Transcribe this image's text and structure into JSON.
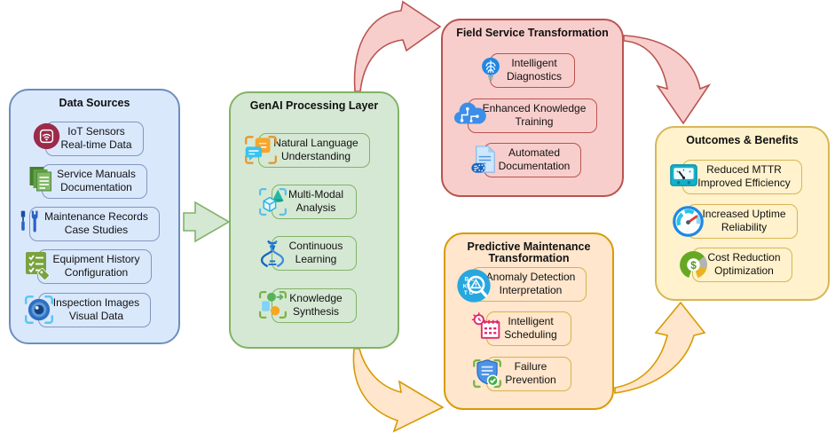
{
  "palette": {
    "data_sources_fill": "#dae8fc",
    "data_sources_border": "#6c8ebf",
    "genai_fill": "#d5e8d4",
    "genai_border": "#82b366",
    "field_service_fill": "#f8cecc",
    "field_service_border": "#b85450",
    "predictive_fill": "#ffe6cc",
    "predictive_border": "#d79b00",
    "outcomes_fill": "#fff2cc",
    "outcomes_border": "#d6b656",
    "background": "#ffffff"
  },
  "groups": [
    {
      "id": "data-sources",
      "title": "Data Sources",
      "items": [
        {
          "icon": "iot-sensors-icon",
          "line1": "IoT Sensors",
          "line2": "Real-time Data"
        },
        {
          "icon": "service-manuals-icon",
          "line1": "Service Manuals",
          "line2": "Documentation"
        },
        {
          "icon": "maintenance-tools-icon",
          "line1": "Maintenance Records",
          "line2": "Case Studies"
        },
        {
          "icon": "equipment-checklist-icon",
          "line1": "Equipment History",
          "line2": "Configuration"
        },
        {
          "icon": "inspection-eye-icon",
          "line1": "Inspection Images",
          "line2": "Visual Data"
        }
      ]
    },
    {
      "id": "genai-processing-layer",
      "title": "GenAI Processing Layer",
      "items": [
        {
          "icon": "chat-bubbles-icon",
          "line1": "Natural Language",
          "line2": "Understanding"
        },
        {
          "icon": "multimodal-cube-icon",
          "line1": "Multi-Modal",
          "line2": "Analysis"
        },
        {
          "icon": "dna-icon",
          "line1": "Continuous",
          "line2": "Learning"
        },
        {
          "icon": "knowledge-synthesis-icon",
          "line1": "Knowledge",
          "line2": "Synthesis"
        }
      ]
    },
    {
      "id": "field-service-transformation",
      "title": "Field Service Transformation",
      "items": [
        {
          "icon": "bulb-brain-icon",
          "line1": "Intelligent",
          "line2": "Diagnostics"
        },
        {
          "icon": "cloud-circuit-icon",
          "line1": "Enhanced Knowledge",
          "line2": "Training"
        },
        {
          "icon": "document-table-icon",
          "line1": "Automated",
          "line2": "Documentation"
        }
      ]
    },
    {
      "id": "predictive-maintenance",
      "title": "Predictive Maintenance",
      "title_line2": "Transformation",
      "items": [
        {
          "icon": "anomaly-magnifier-icon",
          "line1": "Anomaly Detection",
          "line2": "Interpretation"
        },
        {
          "icon": "calendar-clock-icon",
          "line1": "Intelligent",
          "line2": "Scheduling"
        },
        {
          "icon": "shield-check-icon",
          "line1": "Failure",
          "line2": "Prevention"
        }
      ]
    },
    {
      "id": "outcomes-benefits",
      "title": "Outcomes & Benefits",
      "items": [
        {
          "icon": "meter-gauge-icon",
          "line1": "Reduced MTTR",
          "line2": "Improved Efficiency"
        },
        {
          "icon": "speedometer-icon",
          "line1": "Increased Uptime",
          "line2": "Reliability"
        },
        {
          "icon": "cost-donut-icon",
          "line1": "Cost Reduction",
          "line2": "Optimization"
        }
      ]
    }
  ],
  "arrows": [
    {
      "name": "data-to-genai-arrow",
      "from": "Data Sources",
      "to": "GenAI Processing Layer",
      "fill": "#d5e8d4",
      "stroke": "#82b366"
    },
    {
      "name": "genai-to-field-service-arrow",
      "from": "GenAI Processing Layer",
      "to": "Field Service Transformation",
      "fill": "#f8cecc",
      "stroke": "#b85450"
    },
    {
      "name": "field-service-to-outcomes-arrow",
      "from": "Field Service Transformation",
      "to": "Outcomes & Benefits",
      "fill": "#f8cecc",
      "stroke": "#b85450"
    },
    {
      "name": "genai-to-predictive-arrow",
      "from": "GenAI Processing Layer",
      "to": "Predictive Maintenance",
      "fill": "#ffe6cc",
      "stroke": "#d79b00"
    },
    {
      "name": "predictive-to-outcomes-arrow",
      "from": "Predictive Maintenance",
      "to": "Outcomes & Benefits",
      "fill": "#ffe6cc",
      "stroke": "#d79b00"
    }
  ]
}
